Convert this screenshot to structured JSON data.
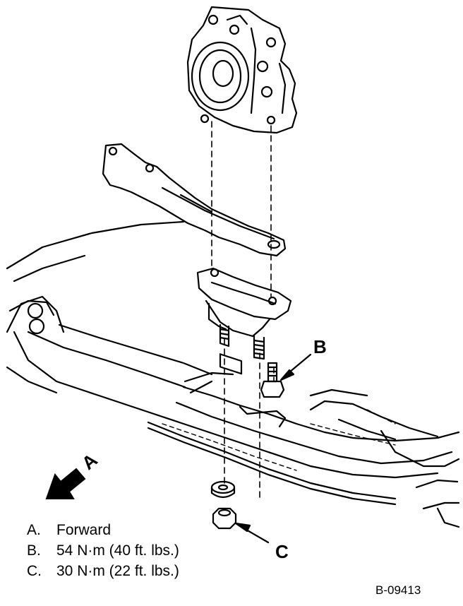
{
  "callouts": {
    "b": "B",
    "c": "C",
    "a": "A"
  },
  "legend": [
    {
      "key": "A.",
      "text": "Forward"
    },
    {
      "key": "B.",
      "text": "54 N·m (40 ft. lbs.)"
    },
    {
      "key": "C.",
      "text": "30 N·m (22 ft. lbs.)"
    }
  ],
  "figure_id": "B-09413",
  "icons": [
    "forward-arrow-icon"
  ]
}
